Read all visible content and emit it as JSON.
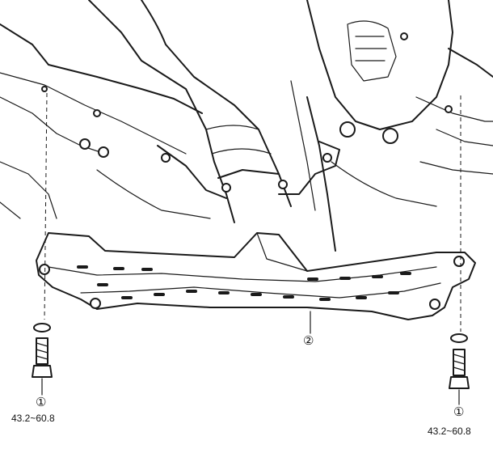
{
  "callouts": {
    "left_bolt_number": "①",
    "left_torque": "43.2~60.8",
    "right_bolt_number": "①",
    "right_torque": "43.2~60.8",
    "crossmember_number": "②"
  },
  "colors": {
    "ink": "#1a1a1a",
    "background": "#ffffff"
  }
}
